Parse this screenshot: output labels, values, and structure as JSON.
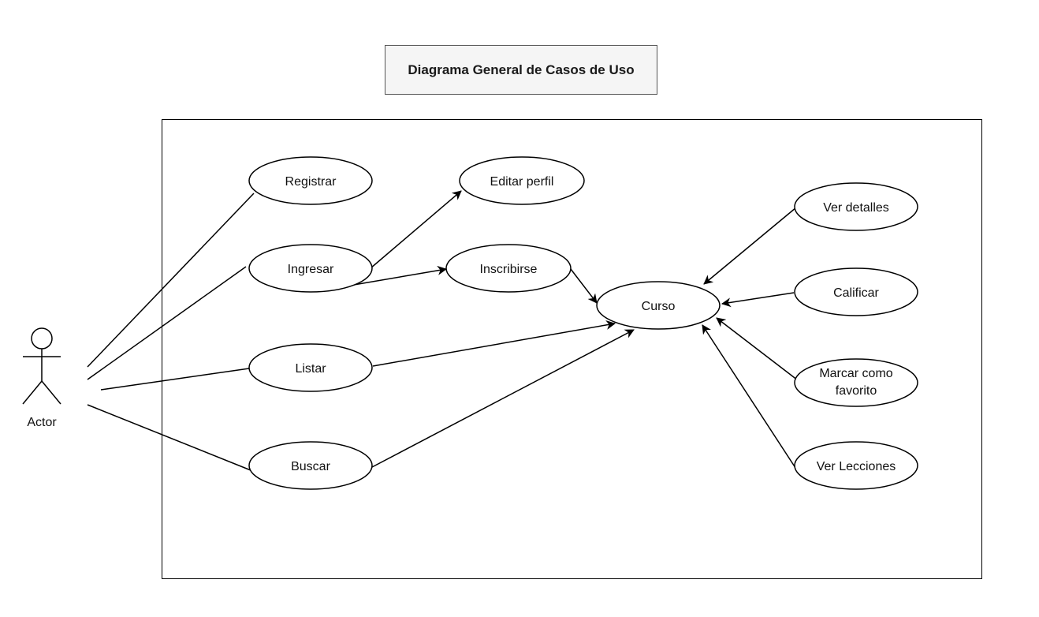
{
  "title": "Diagrama General de Casos de Uso",
  "actor": {
    "label": "Actor"
  },
  "use_cases": {
    "registrar": "Registrar",
    "ingresar": "Ingresar",
    "listar": "Listar",
    "buscar": "Buscar",
    "editar_perfil": "Editar perfil",
    "inscribirse": "Inscribirse",
    "curso": "Curso",
    "ver_detalles": "Ver detalles",
    "calificar": "Calificar",
    "marcar_favorito_line1": "Marcar como",
    "marcar_favorito_line2": "favorito",
    "ver_lecciones": "Ver Lecciones"
  },
  "relationships": [
    {
      "from": "Actor",
      "to": "Registrar",
      "type": "association"
    },
    {
      "from": "Actor",
      "to": "Ingresar",
      "type": "association"
    },
    {
      "from": "Actor",
      "to": "Listar",
      "type": "association"
    },
    {
      "from": "Actor",
      "to": "Buscar",
      "type": "association"
    },
    {
      "from": "Ingresar",
      "to": "Editar perfil",
      "type": "directed"
    },
    {
      "from": "Ingresar",
      "to": "Inscribirse",
      "type": "directed"
    },
    {
      "from": "Inscribirse",
      "to": "Curso",
      "type": "directed"
    },
    {
      "from": "Listar",
      "to": "Curso",
      "type": "directed"
    },
    {
      "from": "Buscar",
      "to": "Curso",
      "type": "directed"
    },
    {
      "from": "Ver detalles",
      "to": "Curso",
      "type": "directed"
    },
    {
      "from": "Calificar",
      "to": "Curso",
      "type": "directed"
    },
    {
      "from": "Marcar como favorito",
      "to": "Curso",
      "type": "directed"
    },
    {
      "from": "Ver Lecciones",
      "to": "Curso",
      "type": "directed"
    }
  ],
  "colors": {
    "stroke": "#000000",
    "title_background": "#f5f5f5",
    "title_border": "#555555"
  }
}
